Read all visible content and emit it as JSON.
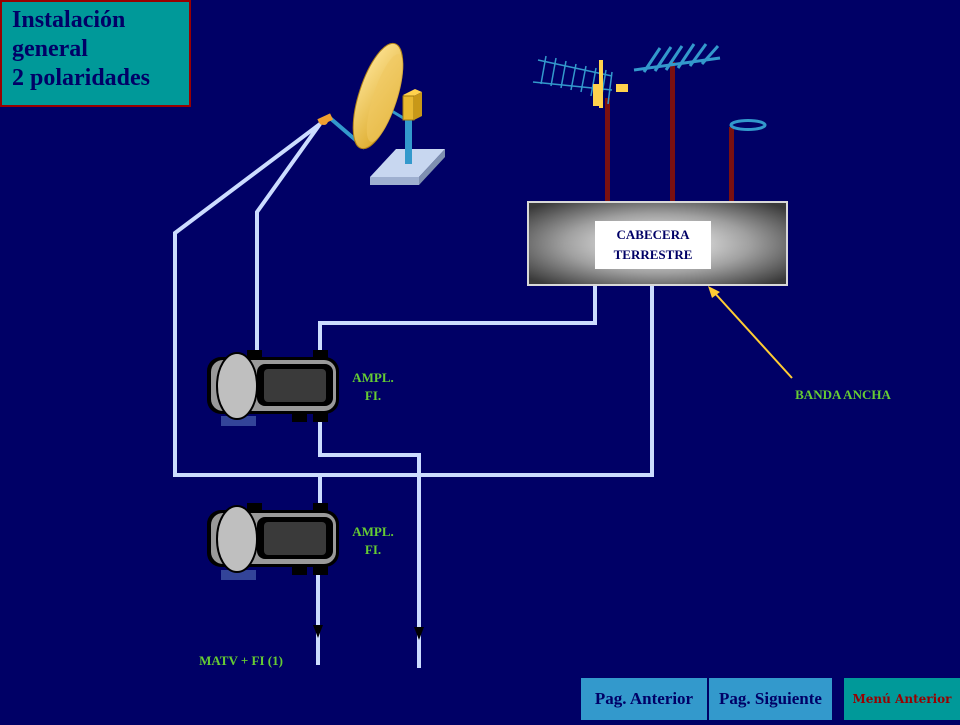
{
  "title": {
    "line1": "Instalación",
    "line2": "general",
    "line3": "2 polaridades"
  },
  "labels": {
    "headend_line1": "CABECERA",
    "headend_line2": "TERRESTRE",
    "amp1_line1": "AMPL.",
    "amp1_line2": "FI.",
    "amp2_line1": "AMPL.",
    "amp2_line2": "FI.",
    "broadband": "BANDA ANCHA",
    "output": "MATV + FI (1)"
  },
  "nav": {
    "prev": "Pag. Anterior",
    "next": "Pag. Siguiente",
    "menu": "Menú Anterior"
  },
  "colors": {
    "background": "#000066",
    "cable": "#ccdcff",
    "mast": "#7a1010",
    "label_green": "#66cc33",
    "title_bg": "#009999",
    "nav_button": "#3399cc"
  }
}
